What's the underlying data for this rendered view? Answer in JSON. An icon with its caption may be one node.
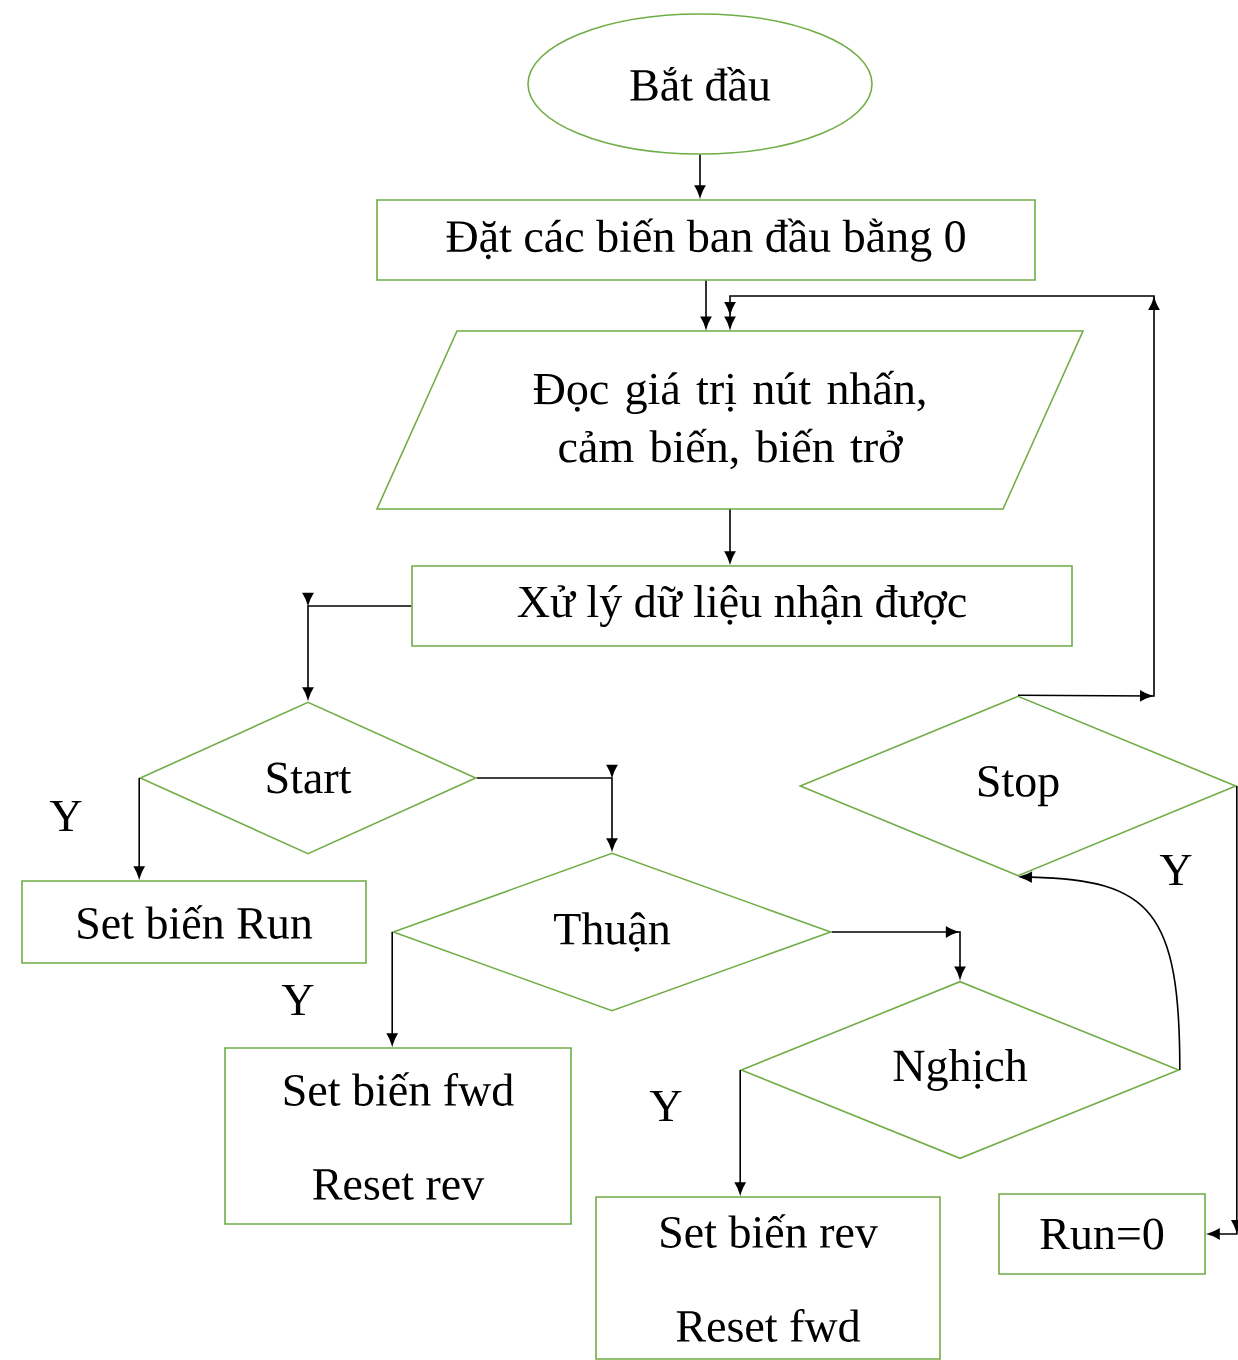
{
  "diagram": {
    "nodes": [
      {
        "text": [
          "Bắt đầu"
        ]
      },
      {
        "text": [
          "Đặt các biến ban đầu bằng 0"
        ]
      },
      {
        "text": [
          "Đọc giá trị nút nhấn, cảm biến, biến trở"
        ]
      },
      {
        "text": [
          "Xử lý dữ liệu nhận được"
        ]
      },
      {
        "text": [
          "Start"
        ]
      },
      {
        "text": [
          "Set biến Run"
        ]
      },
      {
        "text": [
          "Thuận"
        ]
      },
      {
        "text": [
          "Set biến fwd",
          "Reset rev"
        ]
      },
      {
        "text": [
          "Nghịch"
        ]
      },
      {
        "text": [
          "Set biến rev",
          "Reset fwd"
        ]
      },
      {
        "text": [
          "Stop"
        ]
      },
      {
        "text": [
          "Run=0"
        ]
      }
    ],
    "edges": [
      {
        "from": 0,
        "to": 1,
        "arrow": "to"
      },
      {
        "from": 1,
        "to": 2,
        "arrow": "to"
      },
      {
        "from": 2,
        "to": 3,
        "arrow": "to"
      },
      {
        "from": 3,
        "to": 4,
        "arrow": "to"
      },
      {
        "from": 4,
        "to": 5,
        "arrow": "to",
        "label": "Y"
      },
      {
        "from": 4,
        "to": 6,
        "arrow": "to"
      },
      {
        "from": 6,
        "to": 7,
        "arrow": "to",
        "label": "Y"
      },
      {
        "from": 6,
        "to": 8,
        "arrow": "to"
      },
      {
        "from": 8,
        "to": 9,
        "arrow": "to",
        "label": "Y"
      },
      {
        "from": 8,
        "to": 10,
        "arrow": "to"
      },
      {
        "from": 10,
        "to": 11,
        "arrow": "to",
        "label": "Y"
      },
      {
        "from": 10,
        "to": 2,
        "arrow": "to"
      }
    ]
  }
}
